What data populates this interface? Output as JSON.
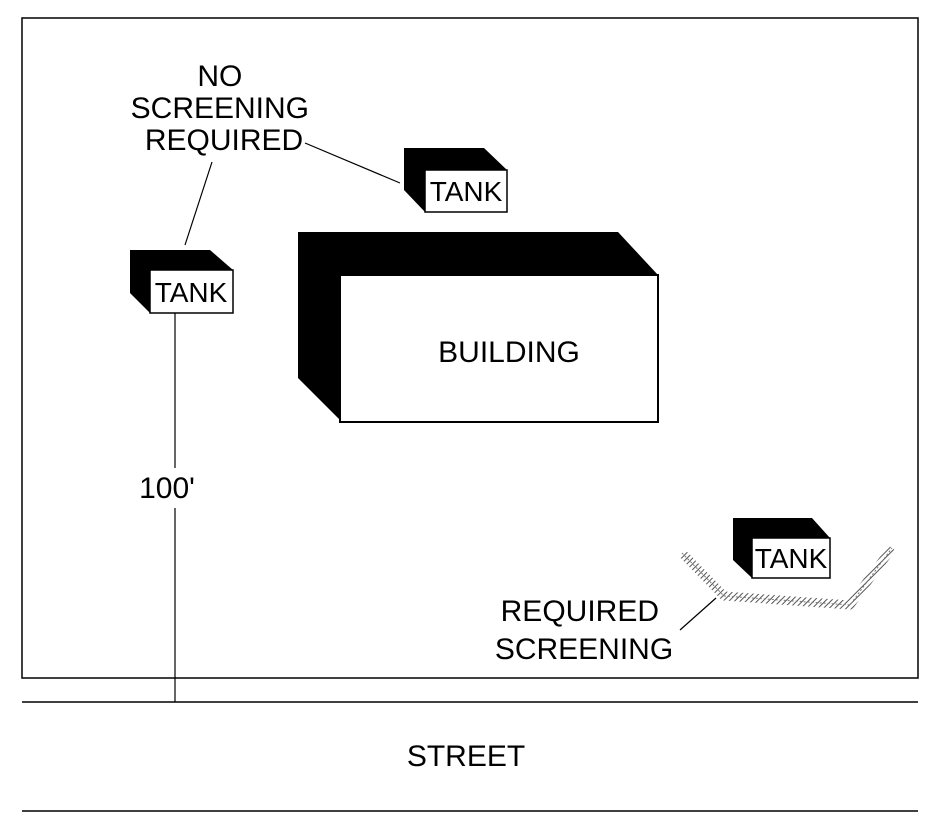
{
  "diagram": {
    "building_label": "BUILDING",
    "tanks": [
      {
        "label": "TANK"
      },
      {
        "label": "TANK"
      },
      {
        "label": "TANK"
      }
    ],
    "no_screening_label": [
      "NO",
      "SCREENING",
      "REQUIRED"
    ],
    "required_screening_label": [
      "REQUIRED",
      "SCREENING"
    ],
    "distance_label": "100'",
    "street_label": "STREET"
  }
}
